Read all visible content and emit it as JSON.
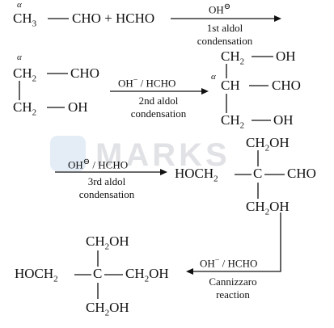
{
  "watermark": "MARKS",
  "step1": {
    "alpha": "α",
    "left_CH": "CH",
    "left_3": "3",
    "left_rest": "CHO + HCHO",
    "reagent": "OH",
    "reagent_charge": "⊖",
    "caption_line1": "1st aldol",
    "caption_line2": "condensation"
  },
  "step2": {
    "alpha": "α",
    "top_CH": "CH",
    "top_2": "2",
    "top_cho": "CHO",
    "bottom_CH": "CH",
    "bottom_2": "2",
    "bottom_oh": "OH",
    "reagent_oh": "OH",
    "reagent_charge": "−",
    "reagent_rest": "/ HCHO",
    "caption_line1": "2nd aldol",
    "caption_line2": "condensation",
    "product_alpha": "α",
    "product_top_CH": "CH",
    "product_top_2": "2",
    "product_top_oh": "OH",
    "product_mid_CH": "CH",
    "product_mid_cho": "CHO",
    "product_bottom_CH": "CH",
    "product_bottom_2": "2",
    "product_bottom_oh": "OH"
  },
  "step3": {
    "reagent_oh": "OH",
    "reagent_charge": "⊖",
    "reagent_rest": "/ HCHO",
    "caption_line1": "3rd aldol",
    "caption_line2": "condensation",
    "top_CH": "CH",
    "top_2": "2",
    "top_oh": "OH",
    "left_hoch": "HOCH",
    "left_2": "2",
    "center_C": "C",
    "right_cho": "CHO",
    "bottom_CH": "CH",
    "bottom_2": "2",
    "bottom_oh": "OH"
  },
  "step4": {
    "reagent_oh": "OH",
    "reagent_charge": "−",
    "reagent_rest": "/ HCHO",
    "caption_line1": "Cannizzaro",
    "caption_line2": "reaction",
    "top_CH": "CH",
    "top_2": "2",
    "top_oh": "OH",
    "left_hoch": "HOCH",
    "left_2": "2",
    "center_C": "C",
    "right_CH": "CH",
    "right_2": "2",
    "right_oh": "OH",
    "bottom_CH": "CH",
    "bottom_2": "2",
    "bottom_oh": "OH"
  }
}
